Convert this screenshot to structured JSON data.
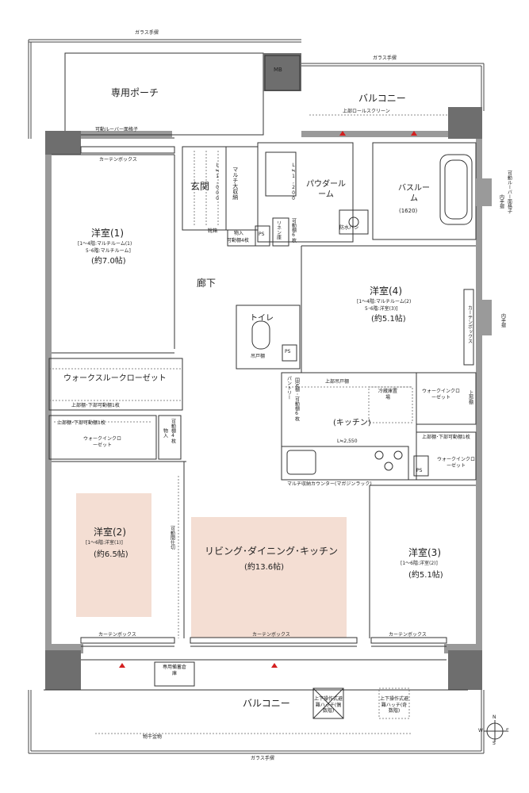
{
  "labels": {
    "glass_rail_top": "ガラス手摺",
    "glass_rail_top2": "ガラス手摺",
    "glass_rail_bottom": "ガラス手摺",
    "mb": "MB",
    "porch": "専用ポーチ",
    "louver_top": "可動ルーバー面格子",
    "curtain_box_1": "カーテンボックス",
    "balcony_n": "バルコニー",
    "roll_screen": "上部ロールスクリーン",
    "genkan": "玄関",
    "multi_storage": "マルチ大収納",
    "multi_storage_dim": "L≒1,000",
    "powder_room": "パウダールーム",
    "powder_dim": "L≒1,200",
    "bath_room": "バスルーム",
    "bath_size": "(1620)",
    "louver_right": "可動ルーバー面格子",
    "inner_rail_right": "内手摺",
    "inner_rail_right2": "内手摺",
    "room1_name": "洋室(1)",
    "room1_note1": "[1〜4階:マルチルーム(1)",
    "room1_note2": "5･6階:マルチルーム]",
    "room1_size": "(約7.0帖)",
    "shoe_shelf": "靴箱",
    "storage_shelf": "物入",
    "storage_shelf_note": "可動棚4枚",
    "ps1": "PS",
    "linen": "リネン庫",
    "linen_note": "可動棚6枚",
    "bousui_pan": "防水パン",
    "corridor": "廊下",
    "room4_name": "洋室(4)",
    "room4_note1": "[1〜4階:マルチルーム(2)",
    "room4_note2": "5･6階:洋室(3)]",
    "room4_size": "(約5.1帖)",
    "curtain_box_4": "カーテンボックス",
    "toilet": "トイレ",
    "toilet_shelf": "吊戸棚",
    "ps2": "PS",
    "wic_through": "ウォークスルークローゼット",
    "wic_through_shelf": "上部棚･下部可動棚1枚",
    "pantry": "パントリー",
    "pantry_note": "固定棚･可動棚6枚",
    "upper_cabinet": "上部吊戸棚",
    "fridge": "冷蔵庫置場",
    "wic_right": "ウォークインクローゼット",
    "wic_right_shelf": "上部棚",
    "kitchen": "(キッチン)",
    "kitchen_dim": "L≒2,550",
    "wic_left_shelf": "上部棚･下部可動棚1枚",
    "wic_left": "ウォークインクローゼット",
    "storage2": "物入",
    "storage2_note": "可動棚4枚",
    "wic_right2_shelf": "上部棚･下部可動棚1枚",
    "wic_right2": "ウォークインクローゼット",
    "ps3": "PS",
    "magazine_counter": "マルチ収納カウンター(マガジンラック)",
    "room2_name": "洋室(2)",
    "room2_note": "[1〜6階:洋室(1)]",
    "room2_size": "(約6.5帖)",
    "movable_partition": "可動間仕切",
    "ldk_name": "リビング･ダイニング･キッチン",
    "ldk_size": "(約13.6帖)",
    "room3_name": "洋室(3)",
    "room3_note": "[1〜6階:洋室(2)]",
    "room3_size": "(約5.1帖)",
    "curtain_box_2": "カーテンボックス",
    "curtain_box_ldk": "カーテンボックス",
    "curtain_box_3": "カーテンボックス",
    "storage_warehouse": "専用備蓄倉庫",
    "balcony_s": "バルコニー",
    "hatch1": "上下操作式避難ハッチ(偶数階)",
    "hatch2": "上下操作式避難ハッチ(奇数階)",
    "hanger": "物干金物",
    "compass_n": "N",
    "compass_e": "E",
    "compass_s": "S",
    "compass_w": "W"
  },
  "colors": {
    "tint": "#f4ded3",
    "wall": "#9a9a9a",
    "marker": "#d42020"
  }
}
